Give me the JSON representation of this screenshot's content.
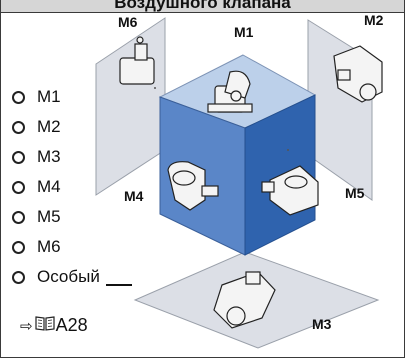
{
  "header": {
    "title": "Воздушного клапана"
  },
  "options": [
    {
      "label": "M1"
    },
    {
      "label": "M2"
    },
    {
      "label": "M3"
    },
    {
      "label": "M4"
    },
    {
      "label": "M5"
    },
    {
      "label": "M6"
    },
    {
      "label": "Особый"
    }
  ],
  "reference": {
    "text": "A28",
    "arrow_icon": "right-arrow-icon",
    "book_icon": "book-icon"
  },
  "positions": {
    "m1": "M1",
    "m2": "M2",
    "m3": "M3",
    "m4": "M4",
    "m5": "M5",
    "m6": "M6"
  },
  "colors": {
    "cube_top": "#bcd0ea",
    "cube_left": "#5a86c8",
    "cube_right": "#2f63ae",
    "panel": "#dcdfe6"
  }
}
